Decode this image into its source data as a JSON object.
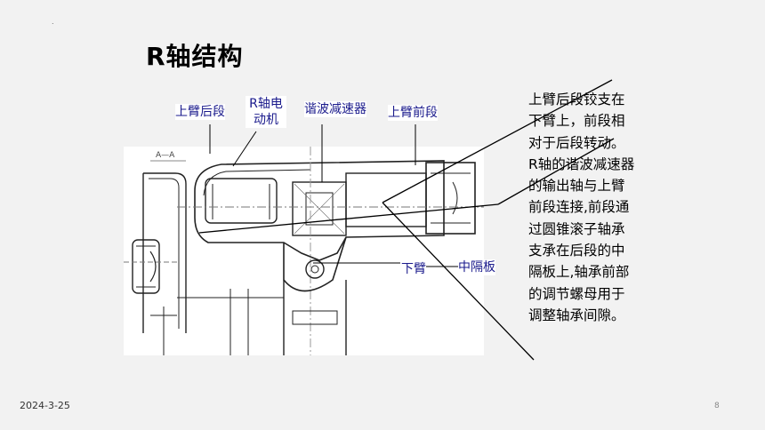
{
  "slide": {
    "dot": ".",
    "title": "R轴结构",
    "date": "2024-3-25",
    "page_number": "8"
  },
  "labels": {
    "upper_arm_rear": "上臂后段",
    "r_motor": "R轴电动机",
    "harmonic_reducer": "谐波减速器",
    "upper_arm_front": "上臂前段",
    "lower_arm": "下臂",
    "middle_partition": "中隔板",
    "section_mark": "A—A"
  },
  "description": "上臂后段铰支在下臂上，前段相对于后段转动。\nR轴的谐波减速器的输出轴与上臂前段连接,前段通过圆锥滚子轴承支承在后段的中隔板上,轴承前部的调节螺母用于调整轴承间隙。"
}
